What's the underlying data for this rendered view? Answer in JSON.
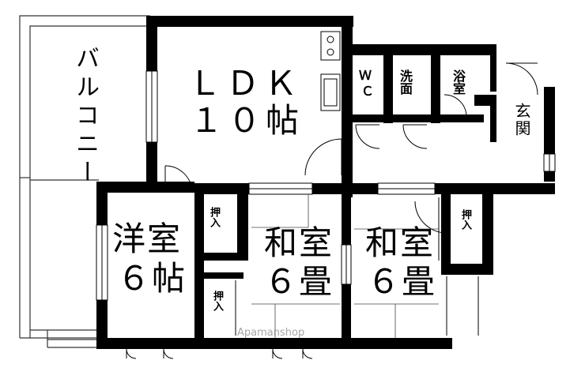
{
  "rooms": {
    "ldk": {
      "line1": "ＬＤＫ",
      "line2": "１０帖"
    },
    "western": {
      "line1": "洋室",
      "line2": "６帖"
    },
    "japanese_center": {
      "line1": "和室",
      "line2": "６畳"
    },
    "japanese_right": {
      "line1": "和室",
      "line2": "６畳"
    },
    "balcony": "バルコニー",
    "wc": {
      "line1": "Ｗ",
      "line2": "Ｃ"
    },
    "washroom": "洗面",
    "bathroom": "浴室",
    "entrance": "玄関",
    "closet": "押入"
  },
  "watermark": "Apamanshop",
  "colors": {
    "wall": "#000000",
    "line": "#333333",
    "background": "#ffffff"
  }
}
